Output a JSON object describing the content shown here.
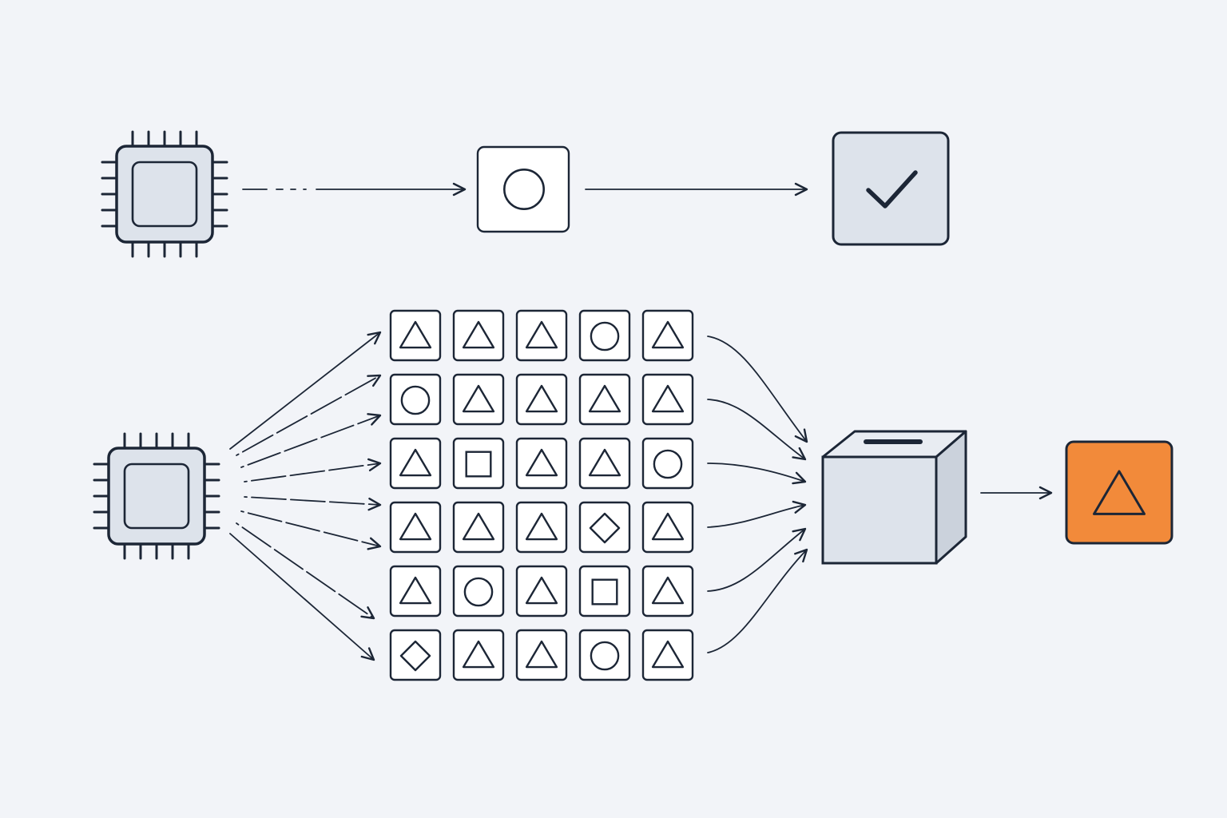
{
  "colors": {
    "background": "#f2f4f8",
    "stroke": "#1c2636",
    "chip_fill": "#dde3eb",
    "card_fill": "#ffffff",
    "ballot_box_front": "#dde3eb",
    "ballot_box_top": "#e8ecf2",
    "ballot_box_side": "#cbd2dc",
    "result_fill": "#f28a3a"
  },
  "top_row": {
    "source": "chip-icon",
    "single_answer": "circle",
    "verdict": "checkmark-icon"
  },
  "bottom_row": {
    "source": "chip-icon",
    "sample_grid": [
      [
        "triangle",
        "triangle",
        "triangle",
        "circle",
        "triangle"
      ],
      [
        "circle",
        "triangle",
        "triangle",
        "triangle",
        "triangle"
      ],
      [
        "triangle",
        "square",
        "triangle",
        "triangle",
        "circle"
      ],
      [
        "triangle",
        "triangle",
        "triangle",
        "diamond",
        "triangle"
      ],
      [
        "triangle",
        "circle",
        "triangle",
        "square",
        "triangle"
      ],
      [
        "diamond",
        "triangle",
        "triangle",
        "circle",
        "triangle"
      ]
    ],
    "aggregator": "ballot-box-icon",
    "majority_answer": "triangle"
  }
}
